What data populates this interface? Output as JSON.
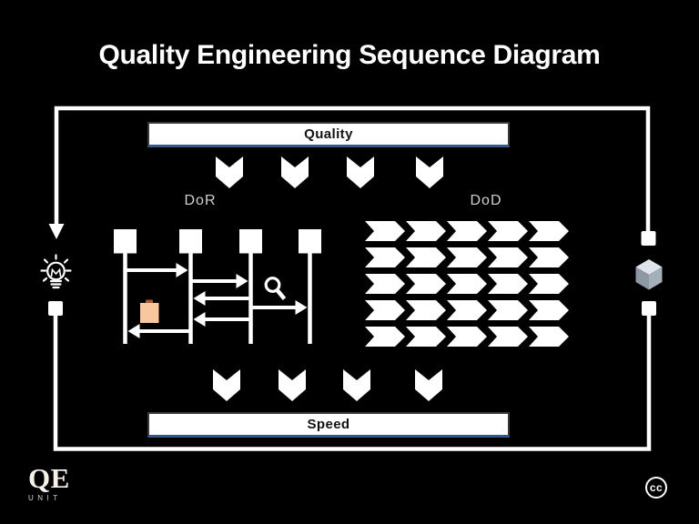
{
  "title": "Quality Engineering Sequence Diagram",
  "banners": {
    "quality": "Quality",
    "speed": "Speed"
  },
  "stage_labels": {
    "dor": "DoR",
    "dod": "DoD"
  },
  "sequence": {
    "actors": 4,
    "messages": [
      {
        "from": 1,
        "to": 2
      },
      {
        "from": 2,
        "to": 3
      },
      {
        "from": 3,
        "to": 2
      },
      {
        "from": 3,
        "to": 4
      },
      {
        "from": 3,
        "to": 2
      },
      {
        "from": 2,
        "to": 1
      }
    ]
  },
  "dod_grid": {
    "rows": 5,
    "columns": 5
  },
  "flow_arrows": {
    "quality_count": 4,
    "speed_count": 4
  },
  "logo": {
    "text": "QE",
    "subtext": "UNIT"
  },
  "license_badge": "cc",
  "colors": {
    "background": "#000000",
    "ink": "#ffffff",
    "banner_fill": "#ffffff",
    "banner_border_dark": "#3a3a3a",
    "banner_border_blue": "#33588c",
    "stage_label": "#cfcfcf",
    "note_fill": "#f8c79e",
    "note_tab": "#a55c36",
    "cube_top": "#dee4e9",
    "cube_left": "#8d99a4",
    "cube_right": "#a3afb9"
  }
}
